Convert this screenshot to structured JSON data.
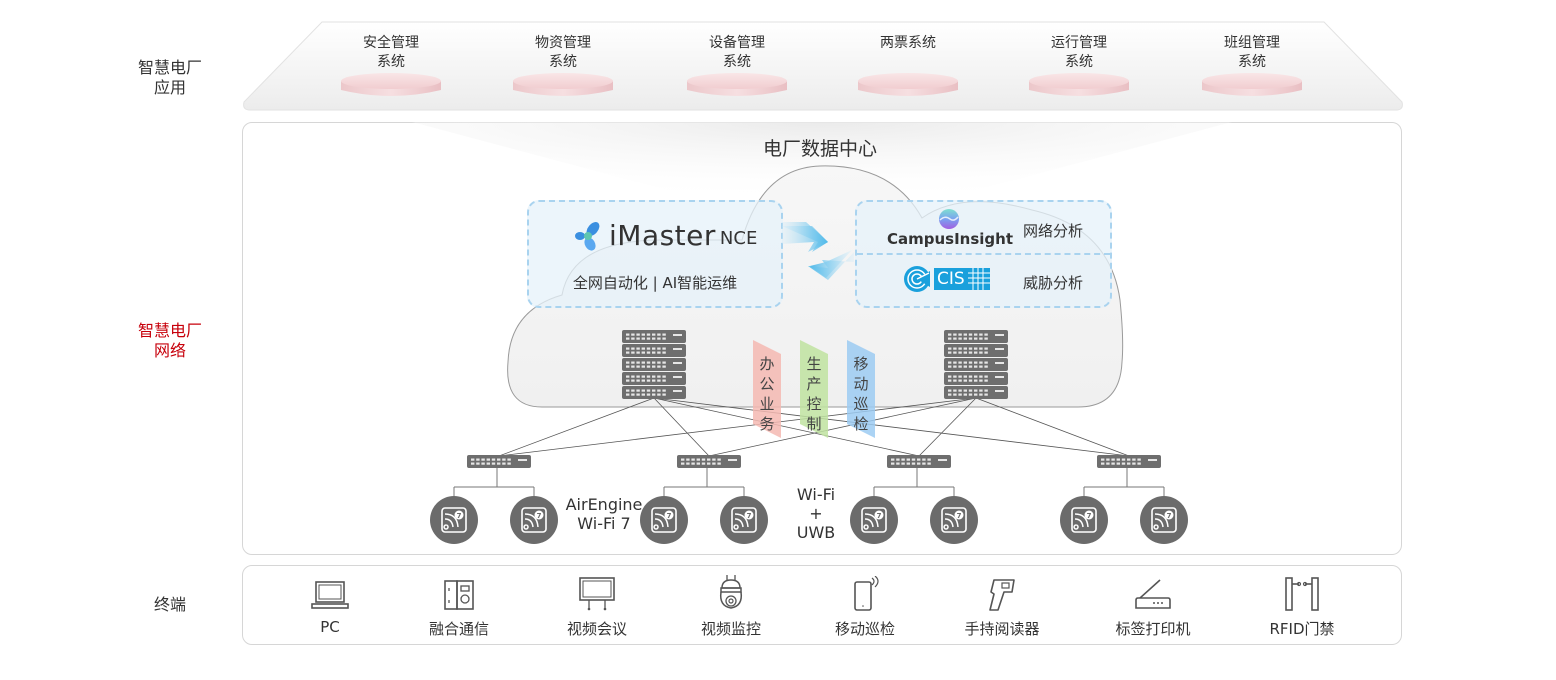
{
  "rows": {
    "application": "智慧电厂\n应用",
    "application_lines": [
      "智慧电厂",
      "应用"
    ],
    "network_lines": [
      "智慧电厂",
      "网络"
    ],
    "terminal": "终端"
  },
  "applications": [
    {
      "line1": "安全管理",
      "line2": "系统"
    },
    {
      "line1": "物资管理",
      "line2": "系统"
    },
    {
      "line1": "设备管理",
      "line2": "系统"
    },
    {
      "line1": "两票系统",
      "line2": ""
    },
    {
      "line1": "运行管理",
      "line2": "系统"
    },
    {
      "line1": "班组管理",
      "line2": "系统"
    }
  ],
  "datacenter": {
    "title": "电厂数据中心",
    "imaster": {
      "brand": "iMaster",
      "suffix": "NCE",
      "subtitle": "全网自动化 | AI智能运维"
    },
    "campusinsight": {
      "brand": "CampusInsight",
      "label": "网络分析"
    },
    "cis": {
      "brand": "CIS",
      "label": "威胁分析"
    }
  },
  "service_tags": [
    {
      "text": "办公业务",
      "color": "#f4b9b2"
    },
    {
      "text": "生产控制",
      "color": "#bfe3a0"
    },
    {
      "text": "移动巡检",
      "color": "#9ccbf2"
    }
  ],
  "access_labels": {
    "airengine": [
      "AirEngine",
      "Wi-Fi 7"
    ],
    "wifi_uwb": [
      "Wi-Fi",
      "+",
      "UWB"
    ]
  },
  "terminals": [
    {
      "label": "PC",
      "icon": "laptop-icon"
    },
    {
      "label": "融合通信",
      "icon": "intercom-icon"
    },
    {
      "label": "视频会议",
      "icon": "video-conference-screen-icon"
    },
    {
      "label": "视频监控",
      "icon": "dome-camera-icon"
    },
    {
      "label": "移动巡检",
      "icon": "mobile-phone-icon"
    },
    {
      "label": "手持阅读器",
      "icon": "handheld-scanner-icon"
    },
    {
      "label": "标签打印机",
      "icon": "label-printer-icon"
    },
    {
      "label": "RFID门禁",
      "icon": "rfid-gate-icon"
    }
  ],
  "colors": {
    "accent_red": "#c7000b",
    "device_gray": "#6e6e6e",
    "dashed_blue": "#a9d3ef",
    "arrow_blue": "#5bc0ea"
  }
}
